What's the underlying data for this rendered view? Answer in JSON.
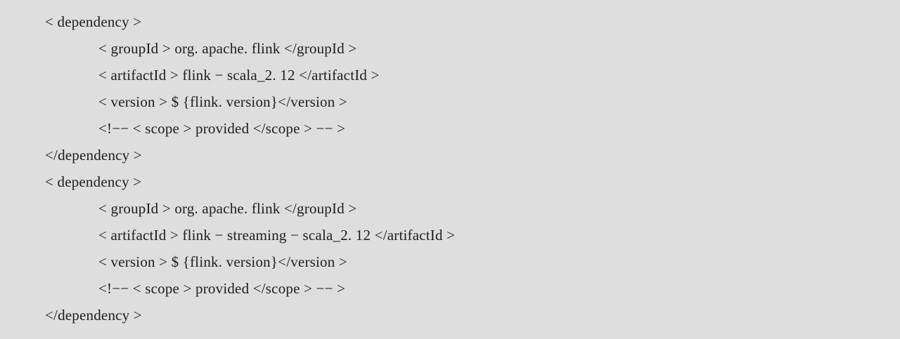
{
  "code_block": {
    "lines": [
      {
        "text": "< dependency >",
        "indent": 0
      },
      {
        "text": "< groupId > org. apache. flink </groupId >",
        "indent": 1
      },
      {
        "text": "< artifactId > flink − scala_2. 12 </artifactId >",
        "indent": 1
      },
      {
        "text": "< version > $ {flink. version}</version >",
        "indent": 1
      },
      {
        "text": "<!−− < scope > provided </scope > −− >",
        "indent": 1
      },
      {
        "text": "</dependency >",
        "indent": 0
      },
      {
        "text": "< dependency >",
        "indent": 0
      },
      {
        "text": "< groupId > org. apache. flink </groupId >",
        "indent": 1
      },
      {
        "text": "< artifactId > flink − streaming − scala_2. 12 </artifactId >",
        "indent": 1
      },
      {
        "text": "< version > $ {flink. version}</version >",
        "indent": 1
      },
      {
        "text": "<!−− < scope > provided </scope > −− >",
        "indent": 1
      },
      {
        "text": "</dependency >",
        "indent": 0
      }
    ]
  }
}
